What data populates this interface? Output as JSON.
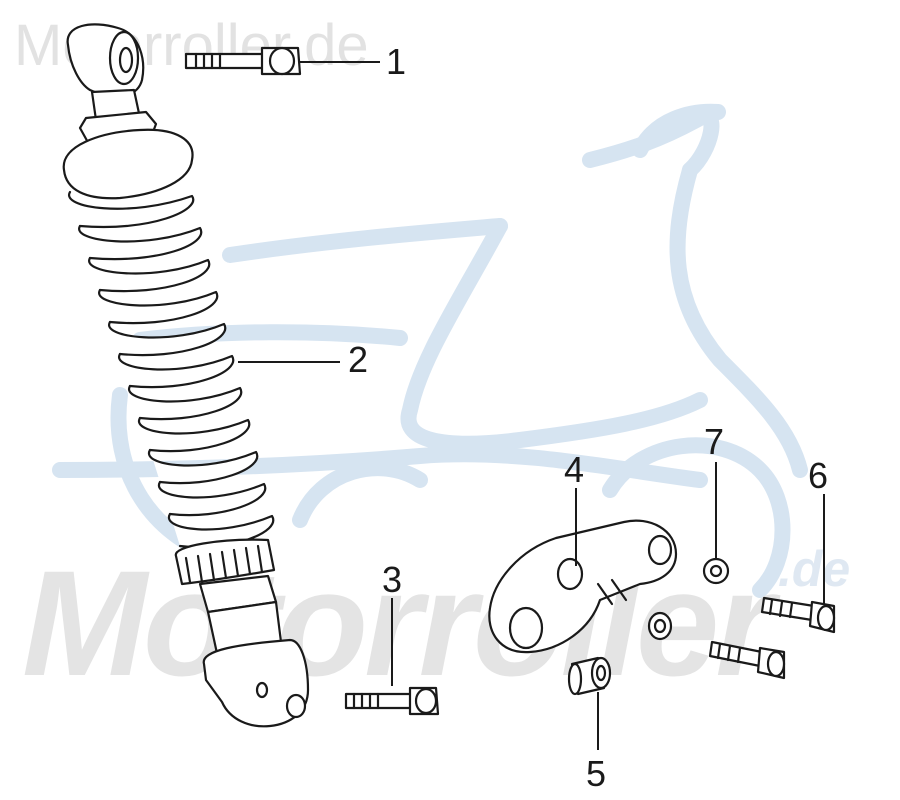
{
  "watermark": {
    "top_text": "Motorroller.de",
    "big_text": "Motorroller",
    "suffix_text": ".de",
    "color_gray": "#e2e2e2",
    "color_blue": "#d6e4f1"
  },
  "callouts": [
    {
      "id": "1",
      "label": "1"
    },
    {
      "id": "2",
      "label": "2"
    },
    {
      "id": "3",
      "label": "3"
    },
    {
      "id": "4",
      "label": "4"
    },
    {
      "id": "5",
      "label": "5"
    },
    {
      "id": "6",
      "label": "6"
    },
    {
      "id": "7",
      "label": "7"
    }
  ],
  "parts": [
    {
      "callout": "1",
      "icon": "hex-bolt-icon"
    },
    {
      "callout": "2",
      "icon": "shock-absorber-icon"
    },
    {
      "callout": "3",
      "icon": "hex-bolt-icon"
    },
    {
      "callout": "4",
      "icon": "bracket-icon"
    },
    {
      "callout": "5",
      "icon": "bushing-icon"
    },
    {
      "callout": "6",
      "icon": "socket-bolt-icon"
    },
    {
      "callout": "7",
      "icon": "washer-icon"
    }
  ],
  "colors": {
    "line": "#1a1a1a",
    "background": "#ffffff",
    "scooter_logo": "#d6e4f1"
  }
}
